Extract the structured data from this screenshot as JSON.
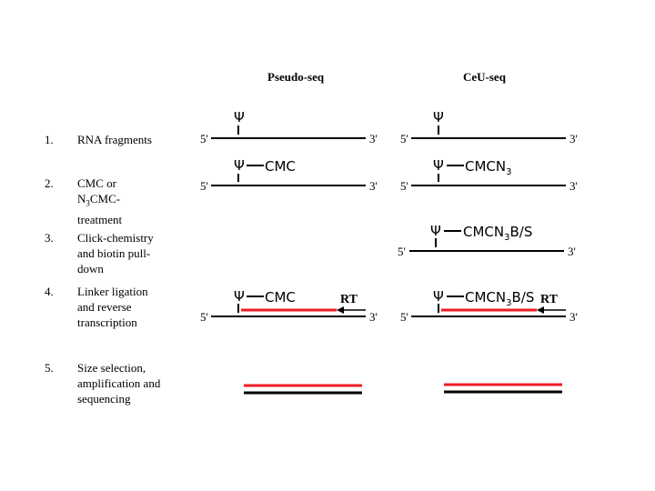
{
  "columns": {
    "left": "Pseudo-seq",
    "right": "CeU-seq"
  },
  "steps": [
    {
      "num": "1.",
      "text_lines": [
        "RNA fragments"
      ]
    },
    {
      "num": "2.",
      "text_lines": [
        "CMC or",
        "N3CMC-",
        "treatment"
      ]
    },
    {
      "num": "3.",
      "text_lines": [
        "Click-chemistry",
        "and biotin pull-",
        "down"
      ]
    },
    {
      "num": "4.",
      "text_lines": [
        "Linker ligation",
        "and reverse",
        "transcription"
      ]
    },
    {
      "num": "5.",
      "text_lines": [
        "Size selection,",
        "amplification and",
        "sequencing"
      ]
    }
  ],
  "labels": {
    "five_prime": "5'",
    "three_prime": "3'",
    "psi": "Ψ",
    "cmc": "CMC",
    "cmcn3_base": "CMCN",
    "subscript_3": "3",
    "cmcn3bs_suffix": "B/S",
    "rt": "RT",
    "n_prefix": "N",
    "step2_cmc_suffix": "CMC-"
  },
  "colors": {
    "strand": "#000000",
    "cdna": "#ee1c24"
  }
}
